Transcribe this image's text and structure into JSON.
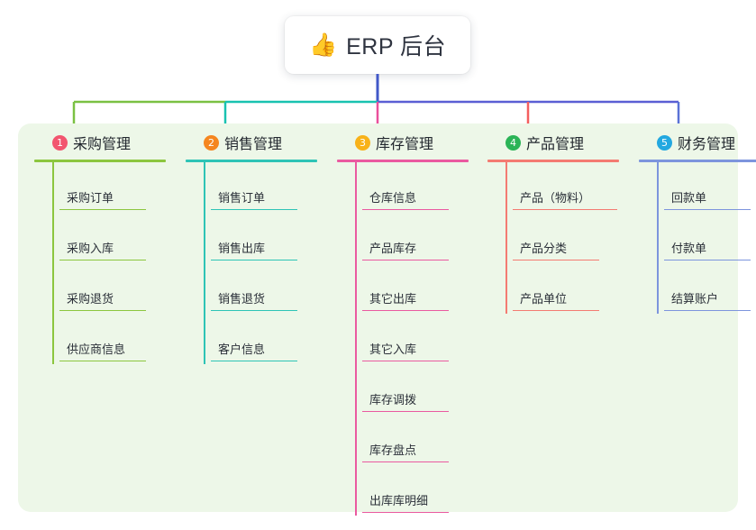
{
  "root": {
    "icon": "thumbs-up-emoji",
    "emoji": "👍",
    "title": "ERP 后台"
  },
  "connector_colors": {
    "trunk": "#4158c8",
    "segment_left": "#7ac143",
    "segment_mid": "#19c2b0",
    "segment_right": "#5a5fd4"
  },
  "panel": {
    "background": "#edf7e8"
  },
  "columns": [
    {
      "index": "1",
      "title": "采购管理",
      "badge_color": "#f2556f",
      "line_color": "#8cc63f",
      "drop_color": "#7ac143",
      "items": [
        "采购订单",
        "采购入库",
        "采购退货",
        "供应商信息"
      ]
    },
    {
      "index": "2",
      "title": "销售管理",
      "badge_color": "#f5861f",
      "line_color": "#2ec4b6",
      "drop_color": "#19c2b0",
      "items": [
        "销售订单",
        "销售出库",
        "销售退货",
        "客户信息"
      ]
    },
    {
      "index": "3",
      "title": "库存管理",
      "badge_color": "#f8b219",
      "line_color": "#ea5aa0",
      "drop_color": "#ea4f9c",
      "items": [
        "仓库信息",
        "产品库存",
        "其它出库",
        "其它入库",
        "库存调拨",
        "库存盘点",
        "出库库明细"
      ]
    },
    {
      "index": "4",
      "title": "产品管理",
      "badge_color": "#2bb457",
      "line_color": "#f47b72",
      "drop_color": "#f45f5f",
      "items": [
        "产品（物料）",
        "产品分类",
        "产品单位"
      ]
    },
    {
      "index": "5",
      "title": "财务管理",
      "badge_color": "#23a8e0",
      "line_color": "#7d95dd",
      "drop_color": "#5a72d6",
      "items": [
        "回款单",
        "付款单",
        "结算账户"
      ]
    }
  ]
}
